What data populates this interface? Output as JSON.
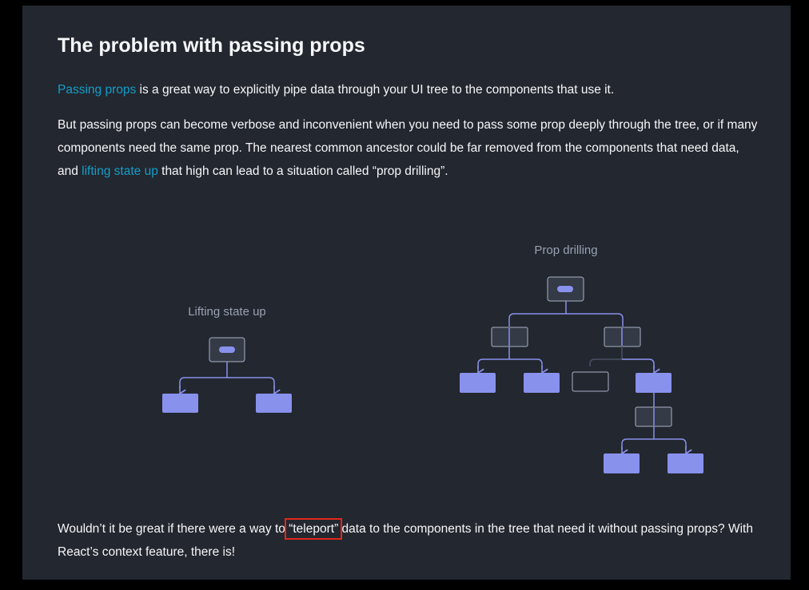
{
  "heading": "The problem with passing props",
  "para1": {
    "link": "Passing props",
    "rest": " is a great way to explicitly pipe data through your UI tree to the components that use it."
  },
  "para2": {
    "before": "But passing props can become verbose and inconvenient when you need to pass some prop deeply through the tree, or if many components need the same prop. The nearest common ancestor could be far removed from the components that need data, and ",
    "link": "lifting state up",
    "after": " that high can lead to a situation called “prop drilling”."
  },
  "diagram_left": {
    "label": "Lifting state up"
  },
  "diagram_right": {
    "label": "Prop drilling"
  },
  "para3": {
    "before": "Wouldn’t it be great if there were a way to ",
    "highlight": "“teleport”",
    "after": " data to the components in the tree that need it without passing props? With React’s context feature, there is!"
  },
  "colors": {
    "background": "#23272f",
    "text": "#f6f7f9",
    "link": "#149eca",
    "node_fill": "#8891ec",
    "node_dark": "#343a46",
    "highlight_box": "#e0281c",
    "label": "#99a1b3"
  }
}
